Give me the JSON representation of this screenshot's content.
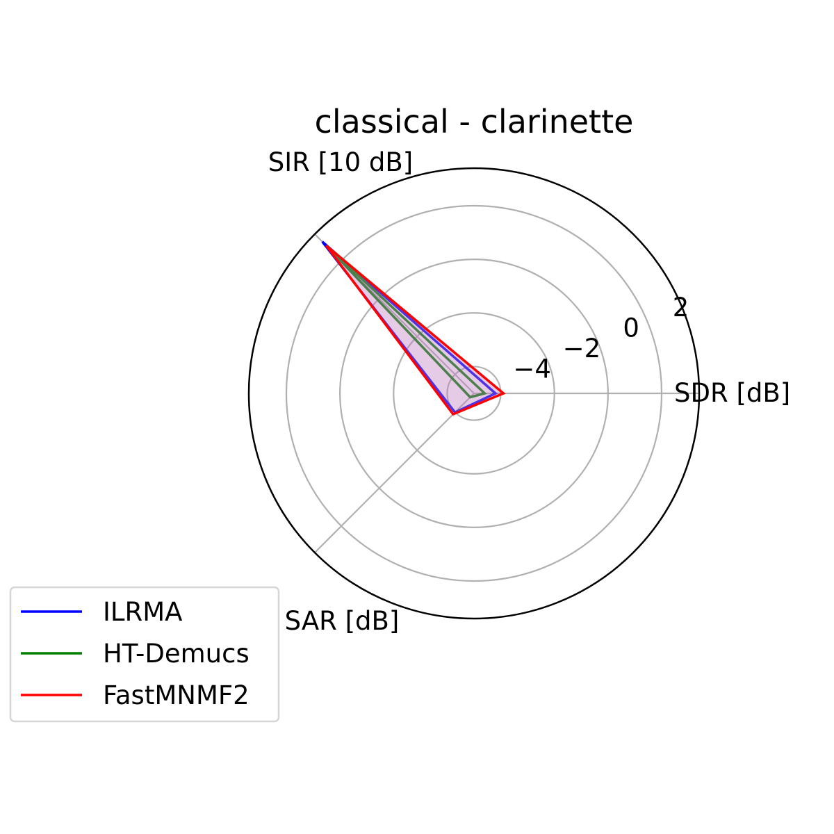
{
  "chart_data": {
    "type": "radar",
    "title": "classical - clarinette",
    "axes": [
      "SDR [dB]",
      "SIR [10 dB]",
      "SAR [dB]"
    ],
    "radial_ticks": [
      -4,
      -2,
      0,
      2
    ],
    "radial_tick_labels": [
      "−4",
      "−2",
      "0",
      "2"
    ],
    "rlim": [
      -5,
      3.4
    ],
    "grid": true,
    "legend_position": "lower-left",
    "series": [
      {
        "name": "ILRMA",
        "color": "#0000ff",
        "values": [
          -4.2,
          3.0,
          -4.0
        ],
        "fill": false
      },
      {
        "name": "HT-Demucs",
        "color": "#008000",
        "values": [
          -4.6,
          2.8,
          -4.8
        ],
        "fill": false
      },
      {
        "name": "FastMNMF2",
        "color": "#ff0000",
        "values": [
          -3.9,
          2.8,
          -3.9
        ],
        "fill": true,
        "fill_color": "#c07cc0"
      }
    ]
  }
}
